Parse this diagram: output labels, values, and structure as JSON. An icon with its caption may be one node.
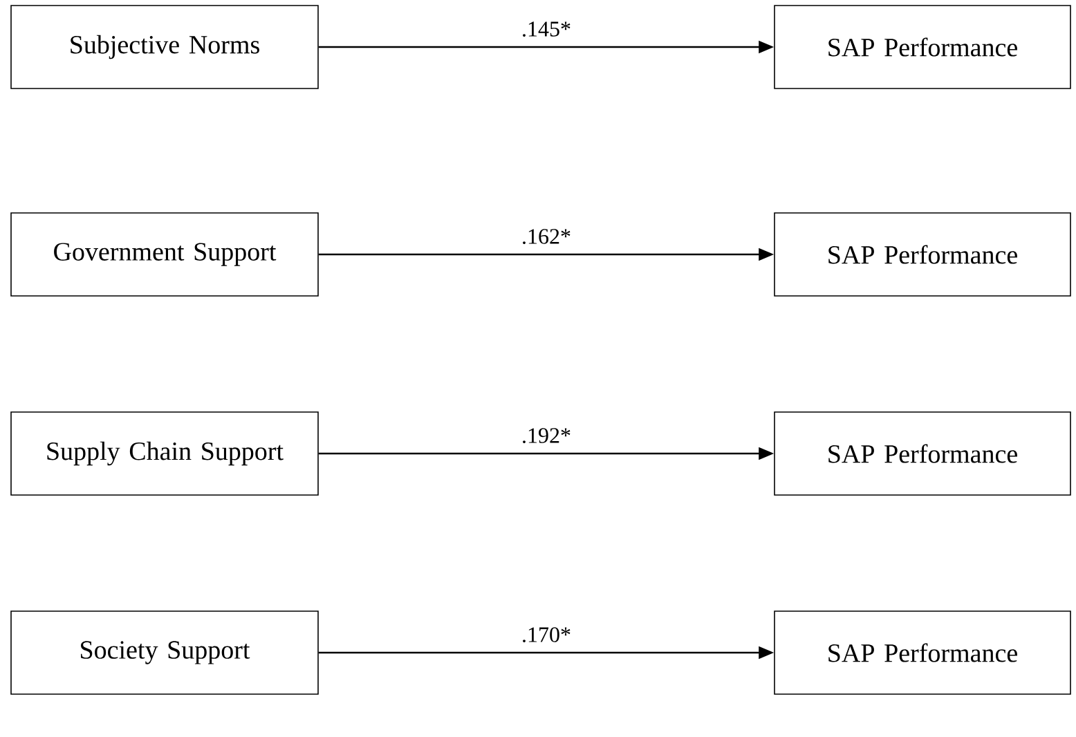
{
  "diagram": {
    "nodes": [
      {
        "text": [
          "Subjective Norms"
        ]
      },
      {
        "text": [
          "SAP Performance"
        ]
      },
      {
        "text": [
          "Government Support"
        ]
      },
      {
        "text": [
          "SAP Performance"
        ]
      },
      {
        "text": [
          "Supply Chain Support"
        ]
      },
      {
        "text": [
          "SAP Performance"
        ]
      },
      {
        "text": [
          "Society Support"
        ]
      },
      {
        "text": [
          "SAP Performance"
        ]
      }
    ],
    "edges": [
      {
        "from": 0,
        "to": 1,
        "arrow": "to",
        "label": ".145*"
      },
      {
        "from": 2,
        "to": 3,
        "arrow": "to",
        "label": ".162*"
      },
      {
        "from": 4,
        "to": 5,
        "arrow": "to",
        "label": ".192*"
      },
      {
        "from": 6,
        "to": 7,
        "arrow": "to",
        "label": ".170*"
      }
    ]
  }
}
